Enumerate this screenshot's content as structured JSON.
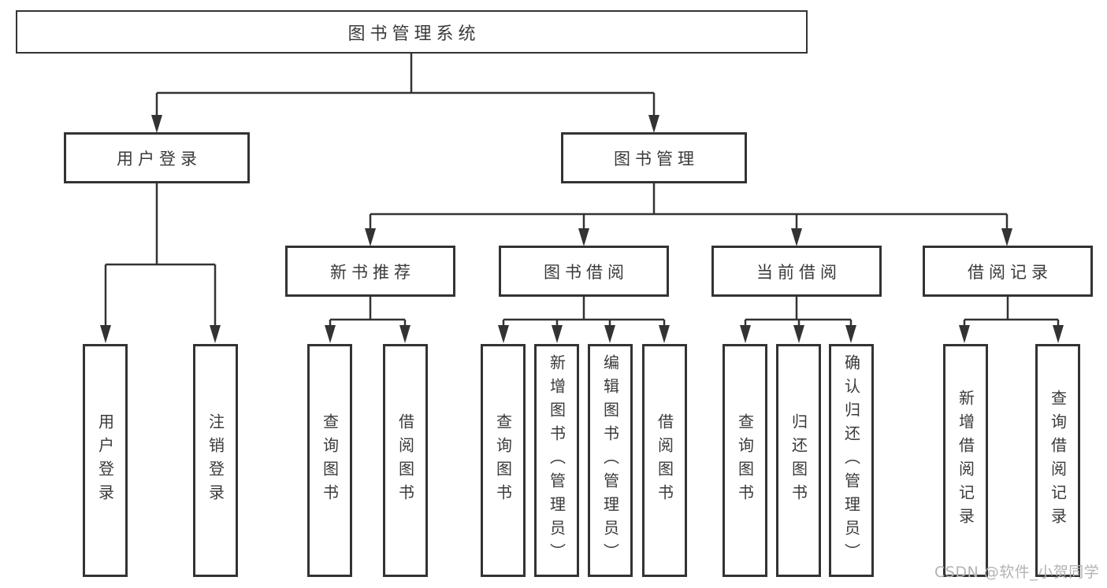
{
  "diagram": {
    "type": "tree",
    "title": "图书管理系统",
    "tree": {
      "root": "图书管理系统",
      "branches": [
        {
          "label": "用户登录",
          "children": [
            "用户登录",
            "注销登录"
          ]
        },
        {
          "label": "图书管理",
          "groups": [
            {
              "label": "新书推荐",
              "children": [
                "查询图书",
                "借阅图书"
              ]
            },
            {
              "label": "图书借阅",
              "children": [
                "查询图书",
                "新增图书（管理员）",
                "编辑图书（管理员）",
                "借阅图书"
              ]
            },
            {
              "label": "当前借阅",
              "children": [
                "查询图书",
                "归还图书",
                "确认归还（管理员）"
              ]
            },
            {
              "label": "借阅记录",
              "children": [
                "新增借阅记录",
                "查询借阅记录"
              ]
            }
          ]
        }
      ]
    },
    "colors": {
      "line": "#333333",
      "box_border": "#333333",
      "text": "#3a3a3a",
      "background": "#ffffff",
      "watermark": "#b3b3b5"
    }
  },
  "watermark": "CSDN @软件_小贺同学"
}
